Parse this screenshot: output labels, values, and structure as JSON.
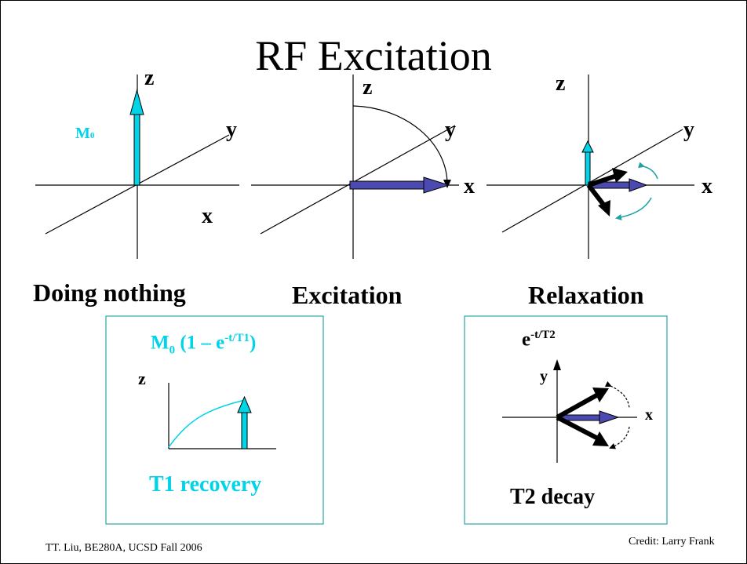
{
  "title": "RF Excitation",
  "colors": {
    "cyan": "#00d4e8",
    "purple": "#4a4ab0",
    "teal": "#1aa3a3",
    "box_border": "#2aa6a6"
  },
  "panel1": {
    "z": "z",
    "y": "y",
    "x": "x",
    "m0": "M",
    "m0_sub": "0",
    "caption": "Doing nothing"
  },
  "panel2": {
    "z": "z",
    "y": "y",
    "x": "x",
    "caption": "Excitation"
  },
  "panel3": {
    "z": "z",
    "y": "y",
    "x": "x",
    "caption": "Relaxation"
  },
  "t1_box": {
    "formula_m": "M",
    "formula_sub": "0",
    "formula_mid": " (1 – e",
    "formula_exp": "-t/T1",
    "formula_end": ")",
    "z": "z",
    "caption": "T1 recovery"
  },
  "t2_box": {
    "formula_e": "e",
    "formula_exp": "-t/T2",
    "y": "y",
    "x": "x",
    "caption": "T2 decay"
  },
  "footer": {
    "left": "TT. Liu, BE280A, UCSD Fall 2006",
    "right": "Credit: Larry Frank"
  }
}
